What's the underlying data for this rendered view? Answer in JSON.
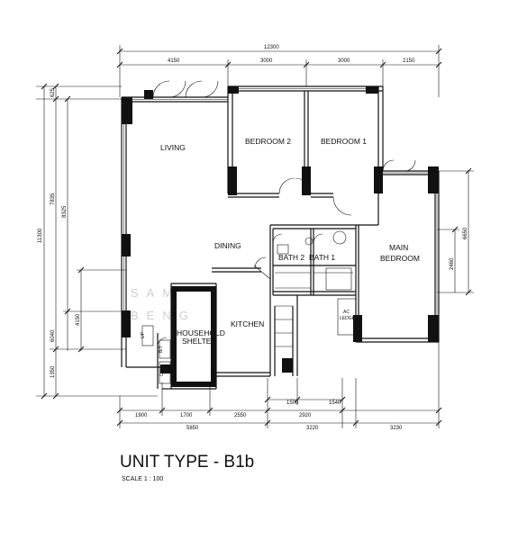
{
  "title": "UNIT TYPE - B1b",
  "scale": "SCALE   1 : 100",
  "rooms": {
    "living": "LIVING",
    "bedroom2": "BEDROOM  2",
    "bedroom1": "BEDROOM  1",
    "dining": "DINING",
    "bath2": "BATH 2",
    "bath1": "BATH  1",
    "main_bedroom_1": "MAIN",
    "main_bedroom_2": "BEDROOM",
    "kitchen": "KITCHEN",
    "household_1": "HOUSEHOLD",
    "household_2": "SHELTER",
    "ac_1": "AC",
    "ac_2": "LEDGE",
    "up": "UP",
    "cw": "C/W",
    "bt": "B/T"
  },
  "dims": {
    "top_total": "12300",
    "top_1": "4150",
    "top_2": "3000",
    "top_3": "3000",
    "top_4": "2150",
    "left_total": "11300",
    "left_1": "625",
    "left_2": "7835",
    "left_3": "8325",
    "left_4": "6040",
    "left_5": "4150",
    "left_6": "1350",
    "right_1": "6650",
    "right_2": "2460",
    "bot_1": "1900",
    "bot_2": "1700",
    "bot_3": "2550",
    "bot_4": "2920",
    "bot_5": "1500",
    "bot_6": "1540",
    "bot_7": "5850",
    "bot_8": "3220",
    "bot_9": "3230"
  },
  "watermark": {
    "line1": "SAM",
    "line2": "BENG"
  }
}
